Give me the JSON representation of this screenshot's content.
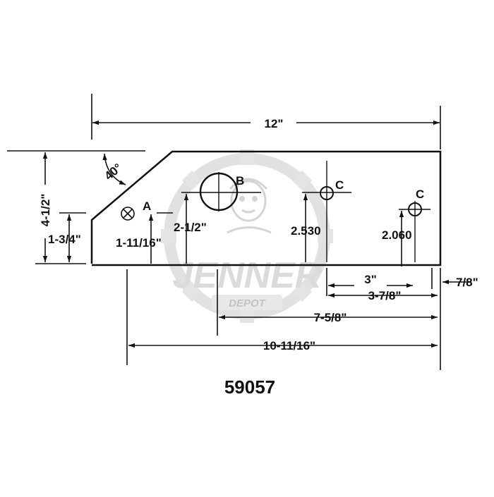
{
  "diagram": {
    "part_number": "59057",
    "dimensions": {
      "overall_length": "12\"",
      "overall_height": "4-1/2\"",
      "chamfer_angle": "40°",
      "left_edge_height": "1-3/4\"",
      "hole_a_height": "1-11/16\"",
      "hole_b_height": "2-1/2\"",
      "hole_c1_height": "2.530",
      "hole_c2_height": "2.060",
      "hole_c_spacing": "3\"",
      "hole_c1_from_right": "3-7/8\"",
      "right_offset": "7/8\"",
      "hole_b_from_right": "7-5/8\"",
      "hole_a_from_right": "10-11/16\""
    },
    "hole_labels": {
      "a": "A",
      "b": "B",
      "c1": "C",
      "c2": "C"
    },
    "watermark": {
      "brand": "JENNER",
      "sub": "DEPOT"
    }
  },
  "colors": {
    "ink": "#111111",
    "watermark": "#d9d9d9"
  }
}
